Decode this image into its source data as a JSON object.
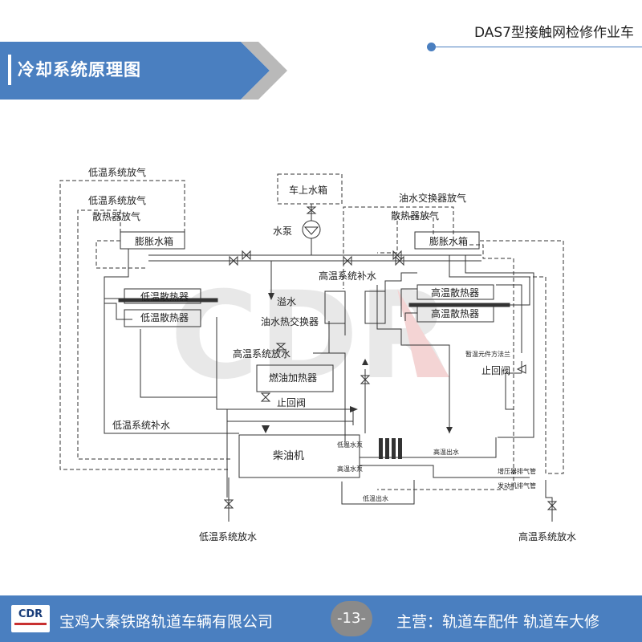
{
  "header": {
    "doc_title": "DAS7型接触网检修作业车",
    "section_title": "冷却系统原理图"
  },
  "diagram": {
    "labels": {
      "low_temp_exhaust_1": "低温系统放气",
      "low_temp_exhaust_2": "低温系统放气",
      "radiator_exhaust_left": "散热器放气",
      "expansion_tank_left": "膨胀水箱",
      "onboard_tank": "车上水箱",
      "water_pump": "水泵",
      "oil_water_exchanger_exhaust": "油水交换器放气",
      "radiator_exhaust_right": "散热器放气",
      "expansion_tank_right": "膨胀水箱",
      "high_temp_makeup": "高温系统补水",
      "low_temp_radiator_1": "低温散热器",
      "low_temp_radiator_2": "低温散热器",
      "overflow": "溢水",
      "oil_water_heat_exchanger": "油水热交换器",
      "high_temp_radiator_1": "高温散热器",
      "high_temp_radiator_2": "高温散热器",
      "high_temp_drain_mid": "高温系统放水",
      "fuel_heater": "燃油加热器",
      "check_valve_mid": "止回阀",
      "check_valve_right": "止回阀",
      "heater_flange": "暂温元件方法兰",
      "low_temp_makeup": "低温系统补水",
      "diesel_engine": "柴油机",
      "low_temp_pump": "低温水泵",
      "high_temp_pump": "高温水泵",
      "high_temp_outlet": "高温出水",
      "turbo_exhaust": "增压器排气管",
      "engine_exhaust": "发动机排气管",
      "low_temp_outlet": "低温出水",
      "low_temp_drain": "低温系统放水",
      "high_temp_drain": "高温系统放水"
    }
  },
  "footer": {
    "logo_text": "CDR",
    "company": "宝鸡大秦铁路轨道车辆有限公司",
    "page_number": "-13-",
    "business": "主营：轨道车配件  轨道车大修"
  },
  "colors": {
    "primary_blue": "#4a7fc0",
    "arrow_gray": "#b9b9b9",
    "line": "#333333"
  }
}
